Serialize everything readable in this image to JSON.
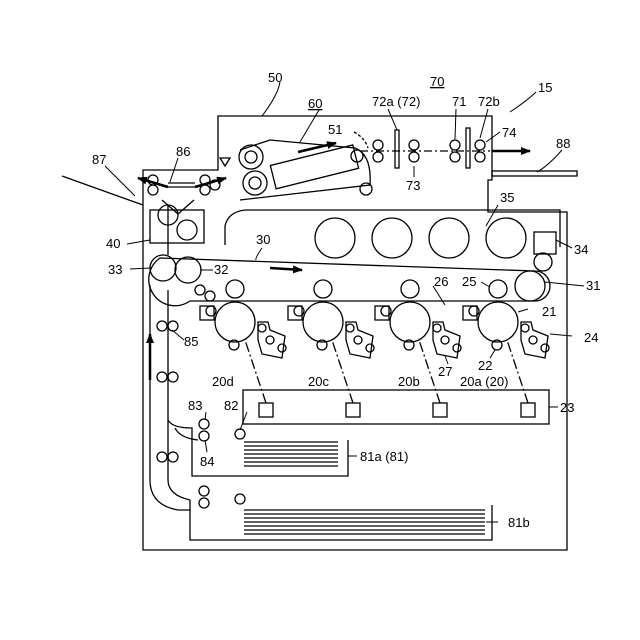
{
  "labels": {
    "l15": "15",
    "l50": "50",
    "l60": "60",
    "l70": "70",
    "l72a": "72a (72)",
    "l71": "71",
    "l72b": "72b",
    "l74": "74",
    "l73": "73",
    "l51": "51",
    "l88": "88",
    "l87": "87",
    "l86": "86",
    "l35": "35",
    "l34": "34",
    "l40": "40",
    "l30": "30",
    "l33": "33",
    "l32": "32",
    "l31": "31",
    "l25": "25",
    "l26": "26",
    "l21": "21",
    "l24": "24",
    "l85": "85",
    "l27": "27",
    "l22": "22",
    "l20d": "20d",
    "l20c": "20c",
    "l20b": "20b",
    "l20a": "20a (20)",
    "l23": "23",
    "l83": "83",
    "l82": "82",
    "l84": "84",
    "l81a": "81a (81)",
    "l81b": "81b"
  }
}
